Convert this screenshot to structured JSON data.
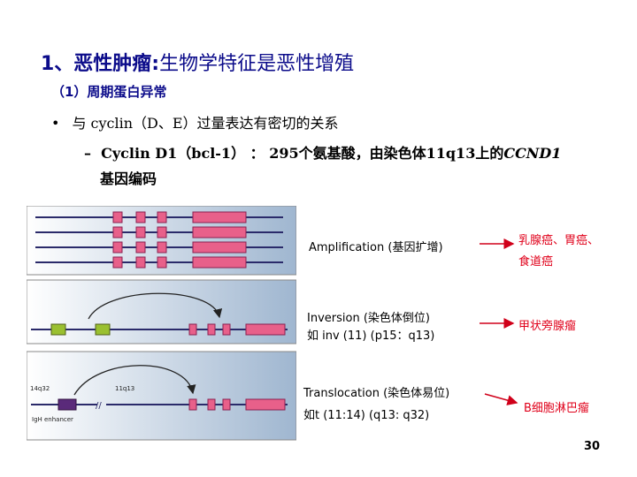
{
  "title": {
    "prefix": "1、恶性肿瘤:",
    "rest": "生物学特征是恶性增殖"
  },
  "subtitle": "（1）周期蛋白异常",
  "bullet": {
    "dot": "•",
    "text": "与 cyclin（D、E）过量表达有密切的关系"
  },
  "dash": {
    "marker": "–",
    "text_a": "Cyclin D1（bcl-1） ： 295个氨基酸，由染色体11q13上的",
    "gene": "CCND1",
    "text_b": "基因编码"
  },
  "rows": [
    {
      "label_1": "Amplification (基因扩增)",
      "label_2": "",
      "disease_1": "乳腺癌、胃癌、",
      "disease_2": "食道癌"
    },
    {
      "label_1": "Inversion (染色体倒位)",
      "label_2": "如 inv (11) (p15：q13)",
      "disease_1": "甲状旁腺瘤",
      "disease_2": ""
    },
    {
      "label_1": "Translocation (染色体易位)",
      "label_2": "如t (11:14) (q13: q32)",
      "disease_1": "B细胞淋巴瘤",
      "disease_2": ""
    }
  ],
  "panel3": {
    "left_tag": "14q32",
    "mid_tag": "11q13",
    "enhancer": "IgH enhancer"
  },
  "page_number": "30",
  "colors": {
    "title": "#0b0b8a",
    "arrow": "#d0001a",
    "exon": "#e8608a",
    "panel_bg": "#a8bcd4"
  }
}
